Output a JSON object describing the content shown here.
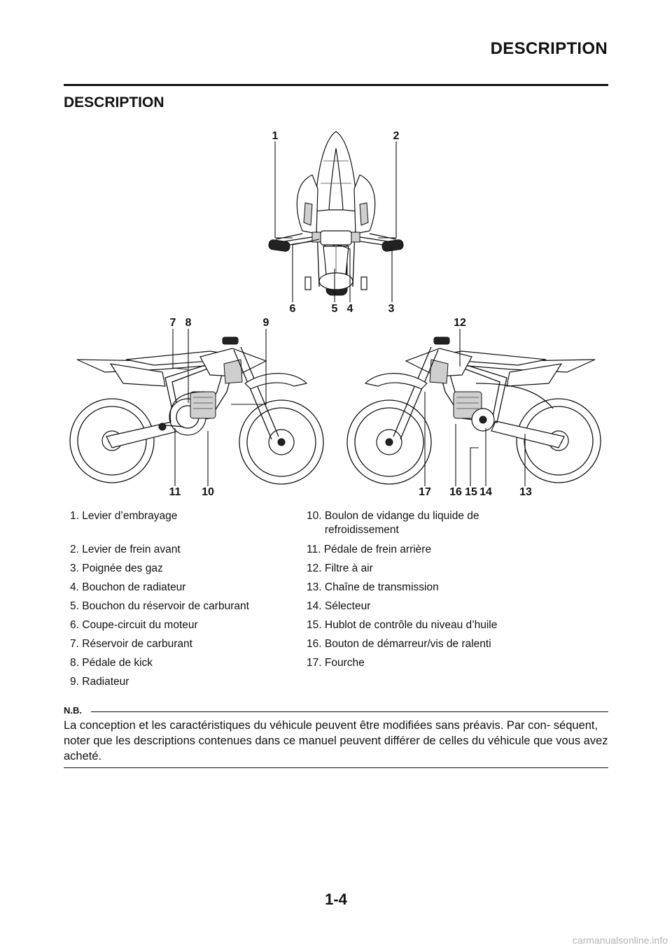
{
  "header": {
    "title": "DESCRIPTION"
  },
  "section": {
    "title": "DESCRIPTION"
  },
  "figure": {
    "labels": [
      "1",
      "2",
      "3",
      "4",
      "5",
      "6",
      "7",
      "8",
      "9",
      "10",
      "11",
      "12",
      "13",
      "14",
      "15",
      "16",
      "17"
    ]
  },
  "legend": {
    "left": [
      {
        "no": "1.",
        "text": "Levier d’embrayage"
      },
      {
        "no": "2.",
        "text": "Levier de frein avant"
      },
      {
        "no": "3.",
        "text": "Poignée des gaz"
      },
      {
        "no": "4.",
        "text": "Bouchon de radiateur"
      },
      {
        "no": "5.",
        "text": "Bouchon du réservoir de carburant"
      },
      {
        "no": "6.",
        "text": "Coupe-circuit du moteur"
      },
      {
        "no": "7.",
        "text": "Réservoir de carburant"
      },
      {
        "no": "8.",
        "text": "Pédale de kick"
      },
      {
        "no": "9.",
        "text": "Radiateur"
      }
    ],
    "right": [
      {
        "no": "10.",
        "text": "Boulon de vidange du liquide de refroidissement"
      },
      {
        "no": "11.",
        "text": "Pédale de frein arrière"
      },
      {
        "no": "12.",
        "text": "Filtre à air"
      },
      {
        "no": "13.",
        "text": "Chaîne de transmission"
      },
      {
        "no": "14.",
        "text": "Sélecteur"
      },
      {
        "no": "15.",
        "text": "Hublot de contrôle du niveau d’huile"
      },
      {
        "no": "16.",
        "text": "Bouton de démarreur/vis de ralenti"
      },
      {
        "no": "17.",
        "text": "Fourche"
      }
    ]
  },
  "note": {
    "label": "N.B.",
    "text": "La conception et les caractéristiques du véhicule peuvent être modifiées sans préavis. Par con- séquent, noter que les descriptions contenues dans ce manuel peuvent différer de celles du véhicule que vous avez acheté."
  },
  "footer": {
    "page_number": "1-4",
    "watermark": "carmanualsonline.info"
  }
}
